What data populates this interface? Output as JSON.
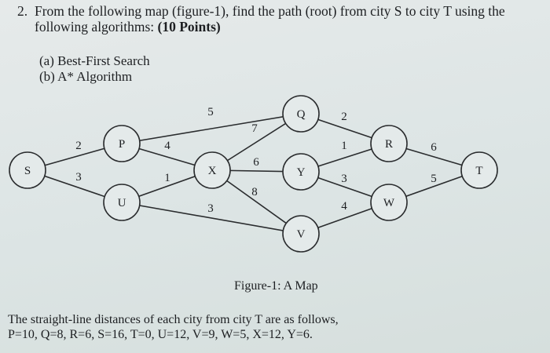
{
  "question": {
    "number": "2.",
    "text": "From the following map (figure-1), find the path (root) from city S to city T using the following algorithms:",
    "points": "(10 Points)"
  },
  "parts": [
    {
      "label": "(a) Best-First Search"
    },
    {
      "label": "(b) A* Algorithm"
    }
  ],
  "graph": {
    "nodes": [
      "S",
      "P",
      "U",
      "X",
      "Q",
      "Y",
      "V",
      "R",
      "W",
      "T"
    ],
    "edges": [
      {
        "from": "S",
        "to": "P",
        "weight": "2"
      },
      {
        "from": "S",
        "to": "U",
        "weight": "3"
      },
      {
        "from": "P",
        "to": "Q",
        "weight": "5"
      },
      {
        "from": "P",
        "to": "X",
        "weight": "4"
      },
      {
        "from": "U",
        "to": "X",
        "weight": "1"
      },
      {
        "from": "U",
        "to": "V",
        "weight": "3"
      },
      {
        "from": "X",
        "to": "Q",
        "weight": "7"
      },
      {
        "from": "X",
        "to": "Y",
        "weight": "6"
      },
      {
        "from": "X",
        "to": "V",
        "weight": "8"
      },
      {
        "from": "Q",
        "to": "R",
        "weight": "2"
      },
      {
        "from": "Y",
        "to": "R",
        "weight": "1"
      },
      {
        "from": "Y",
        "to": "W",
        "weight": "3"
      },
      {
        "from": "V",
        "to": "W",
        "weight": "4"
      },
      {
        "from": "R",
        "to": "T",
        "weight": "6"
      },
      {
        "from": "W",
        "to": "T",
        "weight": "5"
      }
    ]
  },
  "caption": "Figure-1: A Map",
  "heuristic": {
    "intro": "The straight-line distances of each city from city T are as follows,",
    "values": "P=10, Q=8, R=6, S=16, T=0, U=12, V=9, W=5, X=12, Y=6."
  }
}
